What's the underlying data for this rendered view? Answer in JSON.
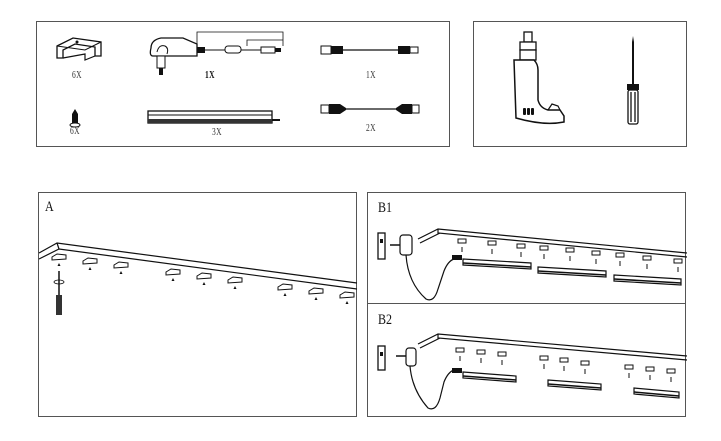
{
  "parts_panel": {
    "items": [
      {
        "name": "mounting-clip",
        "qty": "6X"
      },
      {
        "name": "power-adapter",
        "qty": "1X"
      },
      {
        "name": "connector-cable",
        "qty": "1X"
      },
      {
        "name": "screw",
        "qty": "6X"
      },
      {
        "name": "led-light-bar",
        "qty": "3X"
      },
      {
        "name": "link-cable",
        "qty": "2X"
      }
    ]
  },
  "tools_panel": {
    "tools": [
      "power-drill-icon",
      "screwdriver-icon"
    ]
  },
  "steps": {
    "a": {
      "label": "A"
    },
    "b1": {
      "label": "B1"
    },
    "b2": {
      "label": "B2"
    }
  },
  "colors": {
    "line": "#111111",
    "border": "#555555",
    "background": "#ffffff"
  }
}
